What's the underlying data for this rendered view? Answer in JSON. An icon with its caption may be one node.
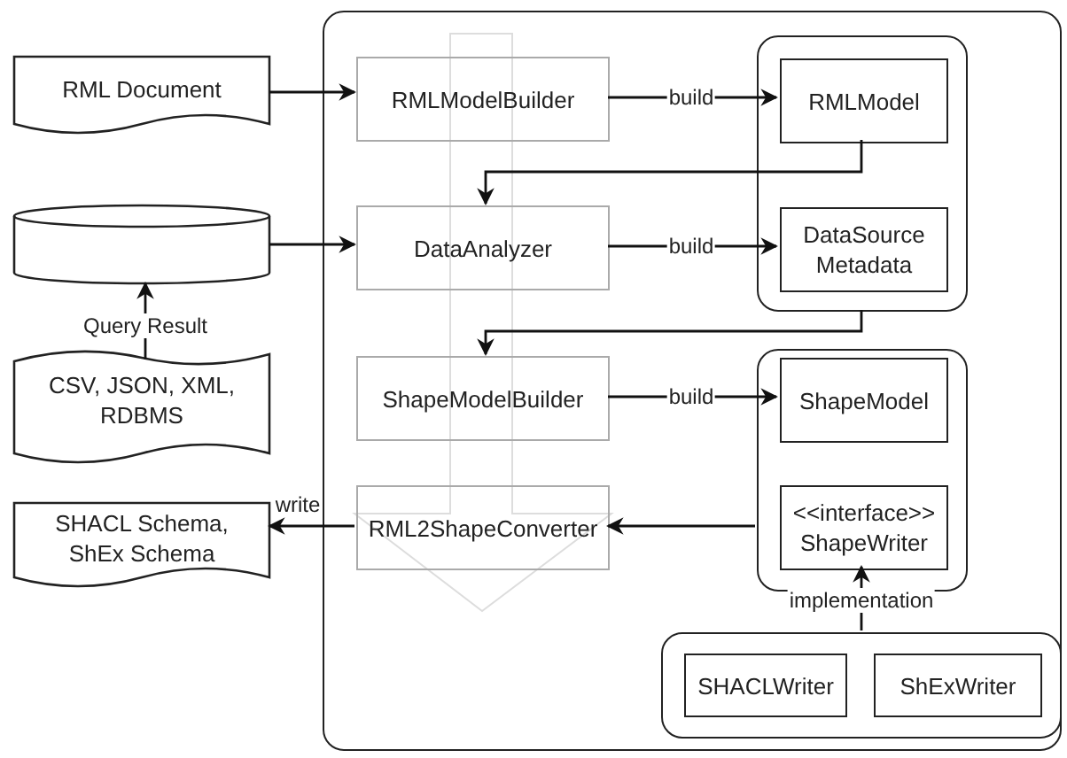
{
  "diagram": {
    "nodes": [
      {
        "text": [],
        "shape": "box"
      },
      {
        "text": [
          "RML Document"
        ]
      },
      {
        "text": [],
        "shape": "cylinder"
      },
      {
        "text": [
          "CSV, JSON, XML, RDBMS"
        ]
      },
      {
        "text": [
          "SHACL Schema, ShEx Schema"
        ]
      },
      {
        "text": [
          "RMLModelBuilder"
        ],
        "in": 0
      },
      {
        "text": [
          "DataAnalyzer"
        ],
        "in": 0
      },
      {
        "text": [
          "ShapeModelBuilder"
        ],
        "in": 0
      },
      {
        "text": [
          "RML2ShapeConverter"
        ],
        "in": 0
      },
      {
        "text": [],
        "shape": "box",
        "in": 0
      },
      {
        "text": [
          "RMLModel"
        ],
        "in": 9
      },
      {
        "text": [
          "DataSource Metadata"
        ],
        "in": 9
      },
      {
        "text": [],
        "shape": "box",
        "in": 0
      },
      {
        "text": [
          "ShapeModel"
        ],
        "in": 12
      },
      {
        "text": [
          "<<interface>> ShapeWriter"
        ],
        "in": 12
      },
      {
        "text": [],
        "shape": "box",
        "in": 0
      },
      {
        "text": [
          "SHACLWriter"
        ],
        "in": 15
      },
      {
        "text": [
          "ShExWriter"
        ],
        "in": 15
      }
    ],
    "edges": [
      {
        "from": 1,
        "to": 5,
        "arrow": "to"
      },
      {
        "from": 2,
        "to": 6,
        "arrow": "to"
      },
      {
        "from": 3,
        "to": 2,
        "arrow": "to",
        "label": "Query Result"
      },
      {
        "from": 5,
        "to": 10,
        "arrow": "to",
        "label": "build"
      },
      {
        "from": 10,
        "to": 6,
        "arrow": "to"
      },
      {
        "from": 6,
        "to": 11,
        "arrow": "to",
        "label": "build"
      },
      {
        "from": 9,
        "to": 7,
        "arrow": "to"
      },
      {
        "from": 7,
        "to": 13,
        "arrow": "to",
        "label": "build"
      },
      {
        "from": 12,
        "to": 8,
        "arrow": "to"
      },
      {
        "from": 8,
        "to": 4,
        "arrow": "to",
        "label": "write"
      },
      {
        "from": 15,
        "to": 14,
        "arrow": "to",
        "label": "implementation"
      }
    ]
  }
}
